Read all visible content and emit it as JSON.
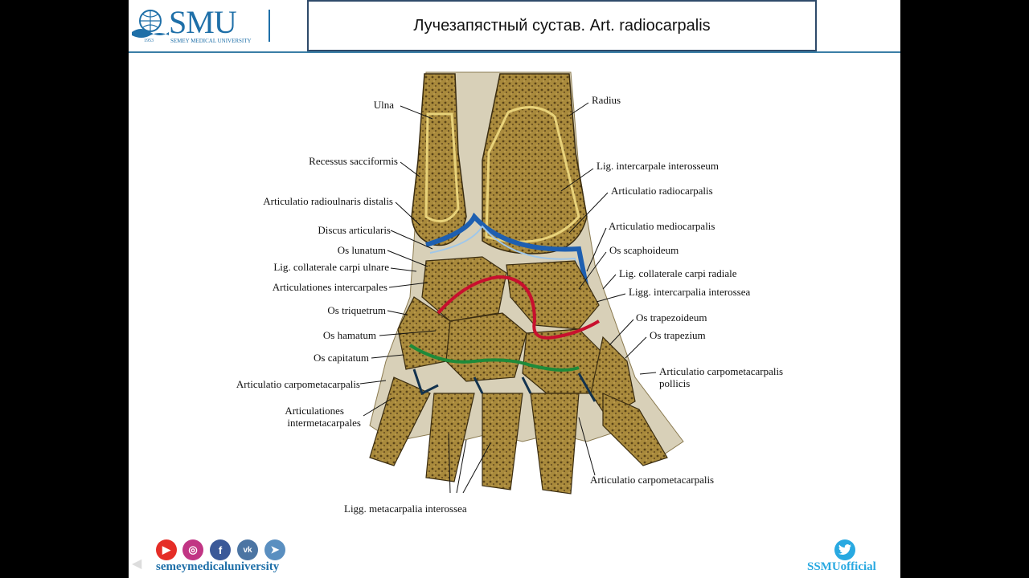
{
  "header": {
    "logo_text": "SMU",
    "logo_subtitle": "SEMEY MEDICAL UNIVERSITY",
    "logo_year": "1953",
    "title": "Лучезапястный  сустав. Art. radiocarpalis"
  },
  "figure": {
    "labels_left": [
      "Ulna",
      "Recessus sacciformis",
      "Articulatio radioulnaris distalis",
      "Discus articularis",
      "Os lunatum",
      "Lig. collaterale carpi ulnare",
      "Articulationes intercarpales",
      "Os triquetrum",
      "Os hamatum",
      "Os capitatum",
      "Articulatio carpometacarpalis",
      "Articulationes",
      "intermetacarpales"
    ],
    "labels_right": [
      "Radius",
      "Lig. intercarpale interosseum",
      "Articulatio radiocarpalis",
      "Articulatio mediocarpalis",
      "Os scaphoideum",
      "Lig. collaterale carpi radiale",
      "Ligg. intercarpalia interossea",
      "Os trapezoideum",
      "Os trapezium",
      "Articulatio carpometacarpalis",
      "pollicis"
    ],
    "labels_bottom": [
      "Articulatio carpometacarpalis",
      "Ligg. metacarpalia interossea"
    ]
  },
  "footer": {
    "social_handle": "semeymedicaluniversity",
    "twitter_handle": "SSMUofficial",
    "icons": [
      "youtube-icon",
      "instagram-icon",
      "facebook-icon",
      "vk-icon",
      "telegram-icon",
      "twitter-icon"
    ],
    "colors": {
      "youtube": "#e52d27",
      "instagram": "#c13584",
      "facebook": "#3b5998",
      "vk": "#4c75a3",
      "telegram": "#5a8fc0",
      "twitter": "#29a9e1"
    }
  }
}
